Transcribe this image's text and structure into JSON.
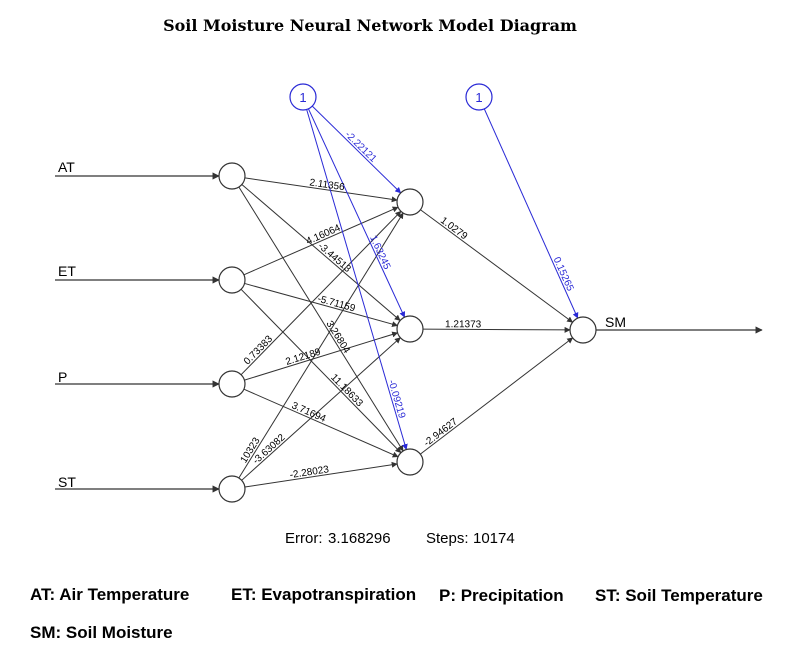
{
  "title": "Soil Moisture Neural Network Model Diagram",
  "inputs": [
    "AT",
    "ET",
    "P",
    "ST"
  ],
  "output": "SM",
  "bias_label": "1",
  "weights": {
    "AT_H1": "2.11356",
    "AT_H2": "-3.44513",
    "AT_H3": "3.26804",
    "ET_H1": "4.16064",
    "ET_H2": "-5.71159",
    "ET_H3": "11.18633",
    "P_H1": "0.73383",
    "P_H2": "2.12189",
    "P_H3": "3.71694",
    "ST_H1": "10323",
    "ST_H2": "-3.63082",
    "ST_H3": "-2.28023",
    "B1_H1": "-2.22121",
    "B1_H2": "1.63245",
    "B1_H3": "-0.09219",
    "H1_O": "1.0279",
    "H2_O": "1.21373",
    "H3_O": "-2.94627",
    "B2_O": "0.15265"
  },
  "footer": {
    "error_label": "Error:",
    "error_value": "3.168296",
    "steps_label": "Steps:",
    "steps_value": "10174"
  },
  "legend": {
    "at": "AT: Air Temperature",
    "et": "ET: Evapotranspiration",
    "p": "P: Precipitation",
    "st": "ST: Soil Temperature",
    "sm": "SM: Soil Moisture"
  },
  "colors": {
    "edge": "#333333",
    "bias_edge": "#2a2ad6",
    "node": "#333333"
  }
}
